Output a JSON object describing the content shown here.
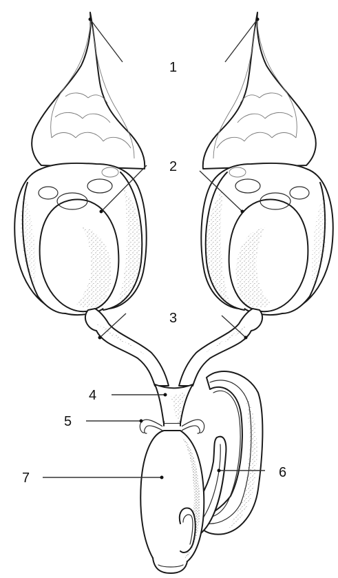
{
  "labels": [
    {
      "id": "1",
      "text": "1"
    },
    {
      "id": "2",
      "text": "2"
    },
    {
      "id": "3",
      "text": "3"
    },
    {
      "id": "4",
      "text": "4"
    },
    {
      "id": "5",
      "text": "5"
    },
    {
      "id": "6",
      "text": "6"
    },
    {
      "id": "7",
      "text": "7"
    }
  ],
  "colors": {
    "outline": "#1a1a1a",
    "stipple": "#555555",
    "background": "#ffffff"
  }
}
